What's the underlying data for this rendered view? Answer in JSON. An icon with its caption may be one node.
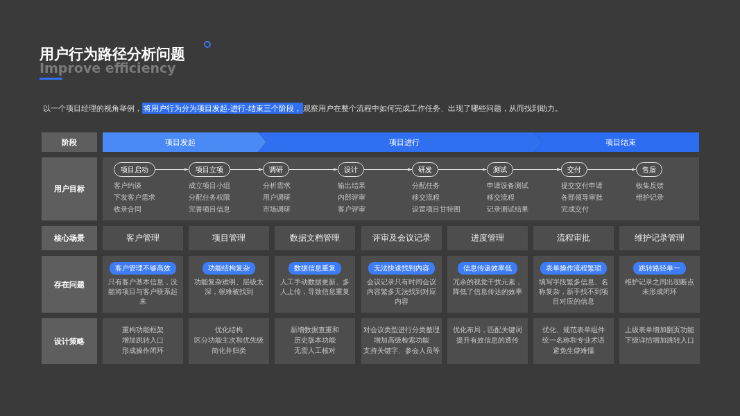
{
  "diagram": {
    "title": "用户行为路径分析问题",
    "nodes": [
      {
        "text": [
          "阶段"
        ]
      },
      {
        "text": [
          "项目发起"
        ]
      },
      {
        "text": [
          "项目进行"
        ]
      },
      {
        "text": [
          "项目结束"
        ]
      },
      {
        "text": [
          "用户目标"
        ]
      },
      {
        "text": [],
        "shape": "box"
      },
      {
        "text": [
          "项目启动"
        ],
        "in": 5,
        "beside": [
          "客户约谈",
          "下发客户需求",
          "收录合同"
        ]
      },
      {
        "text": [
          "项目立项"
        ],
        "in": 5,
        "beside": [
          "成立项目小组",
          "分配任务权限",
          "完善项目信息"
        ]
      },
      {
        "text": [
          "调研"
        ],
        "in": 5,
        "beside": [
          "分析需求",
          "用户调研",
          "市场调研"
        ]
      },
      {
        "text": [
          "设计"
        ],
        "in": 5,
        "beside": [
          "输出结果",
          "内部评审",
          "客户评审"
        ]
      },
      {
        "text": [
          "研发"
        ],
        "in": 5,
        "beside": [
          "分配任务",
          "移交流程",
          "设置项目甘特图"
        ]
      },
      {
        "text": [
          "测试"
        ],
        "in": 5,
        "beside": [
          "申请设备测试",
          "移交流程",
          "记录测试结果"
        ]
      },
      {
        "text": [
          "交付"
        ],
        "in": 5,
        "beside": [
          "提交交付申请",
          "各部领导审批",
          "完成交付"
        ]
      },
      {
        "text": [
          "售后"
        ],
        "in": 5,
        "beside": [
          "收集反馈",
          "维护记录"
        ]
      },
      {
        "text": [
          "核心场景"
        ]
      },
      {
        "text": [
          "客户管理"
        ]
      },
      {
        "text": [
          "项目管理"
        ]
      },
      {
        "text": [
          "数据文档管理"
        ]
      },
      {
        "text": [
          "评审及会议记录"
        ]
      },
      {
        "text": [
          "进度管理"
        ]
      },
      {
        "text": [
          "流程审批"
        ]
      },
      {
        "text": [
          "维护记录管理"
        ]
      },
      {
        "text": [
          "存在问题"
        ]
      },
      {
        "text": [
          "客户管理不够高效",
          "只有客户基本信息，没能将项目与客户联系起来"
        ]
      },
      {
        "text": [
          "功能结构复杂",
          "功能复杂难明、层级太深，很难被找到"
        ]
      },
      {
        "text": [
          "数据信息重复",
          "人工手动数据更新、多人上传，导致信息重复"
        ]
      },
      {
        "text": [
          "无法快速找到内容",
          "会议记录只有时间会议内容繁多无法找到对应内容"
        ]
      },
      {
        "text": [
          "信息传递效率低",
          "冗余的视觉干扰元素，降低了信息传达的效率"
        ]
      },
      {
        "text": [
          "表单操作流程繁琐",
          "填写字段繁多信息、名称复杂，新手找不到项目对应的信息"
        ]
      },
      {
        "text": [
          "跳转路径单一",
          "维护记录之间出现断点未形成闭环"
        ]
      },
      {
        "text": [
          "设计策略"
        ]
      },
      {
        "text": [
          "重构功能框架",
          "增加跳转入口",
          "形成操作闭环"
        ]
      },
      {
        "text": [
          "优化结构",
          "区分功能主次和优先级",
          "简化并归类"
        ]
      },
      {
        "text": [
          "新增数据查重和",
          "历史版本功能",
          "无需人工核对"
        ]
      },
      {
        "text": [
          "对会议类型进行分类整理",
          "增加高级检索功能",
          "支持关键字、参会人员等"
        ]
      },
      {
        "text": [
          "优化布局，匹配关键词",
          "提升有效信息的透传"
        ]
      },
      {
        "text": [
          "优化、规范表单组件",
          "统一名称和专业术语",
          "避免生僻难懂"
        ]
      },
      {
        "text": [
          "上级表单增加翻页功能",
          "下级详情增加跳转入口"
        ]
      }
    ],
    "edges": [
      {
        "from": 6,
        "to": 7,
        "arrow": "to"
      },
      {
        "from": 7,
        "to": 8,
        "arrow": "to"
      },
      {
        "from": 8,
        "to": 9,
        "arrow": "to"
      },
      {
        "from": 9,
        "to": 10,
        "arrow": "to"
      },
      {
        "from": 10,
        "to": 11,
        "arrow": "to"
      },
      {
        "from": 11,
        "to": 12,
        "arrow": "to"
      },
      {
        "from": 12,
        "to": 13,
        "arrow": "to"
      }
    ],
    "labels": [
      "Improve efficiency",
      "以一个项目经理的视角举例，",
      "将用户行为分为项目发起-进行-结束三个阶段，",
      "观察用户在整个流程中如何完成工作任务、出现了哪些问题，从而找到助力。"
    ]
  }
}
